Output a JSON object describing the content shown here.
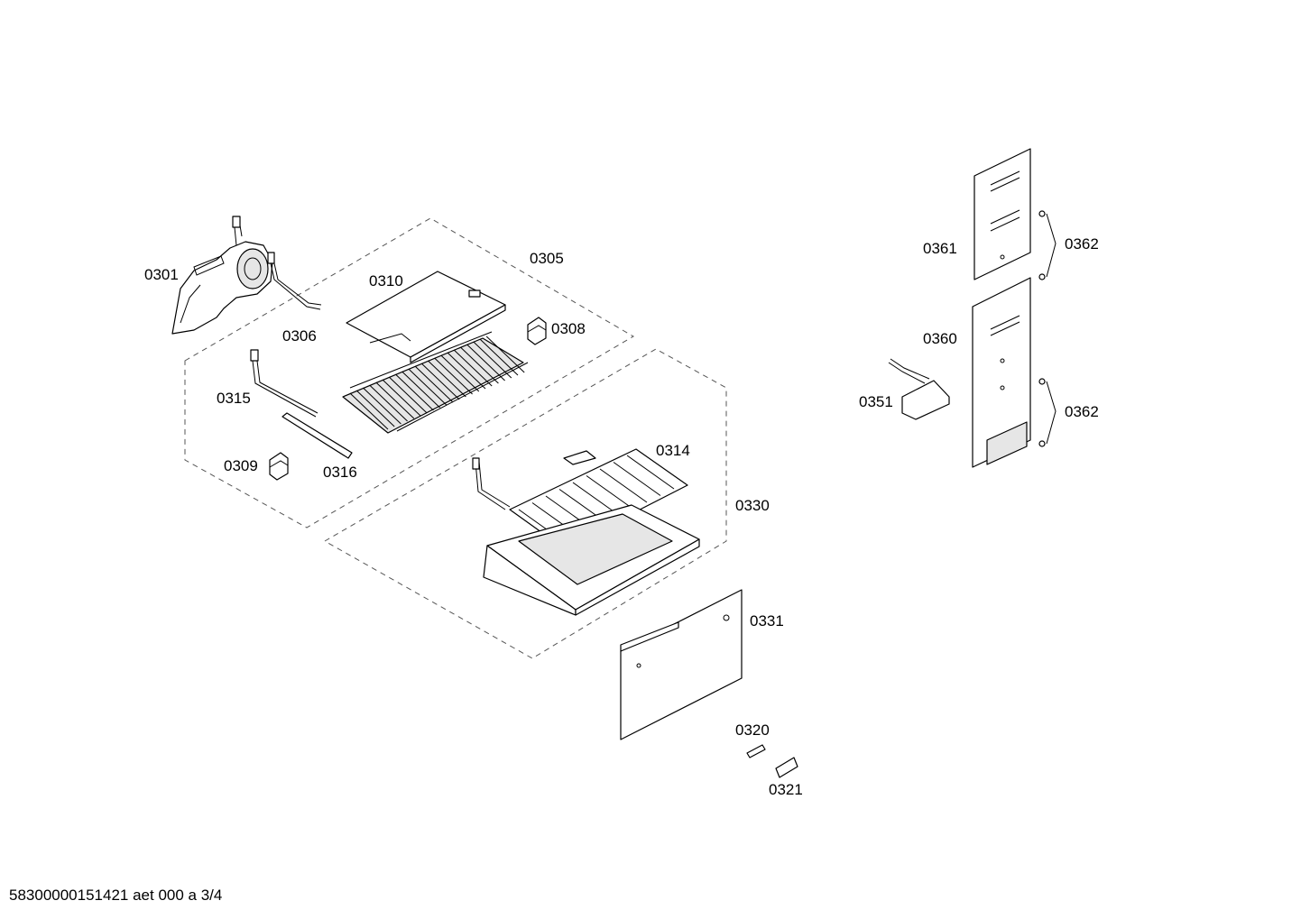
{
  "labels": {
    "p0301": "0301",
    "p0305": "0305",
    "p0306": "0306",
    "p0308": "0308",
    "p0309": "0309",
    "p0310": "0310",
    "p0314": "0314",
    "p0315": "0315",
    "p0316": "0316",
    "p0320": "0320",
    "p0321": "0321",
    "p0330": "0330",
    "p0331": "0331",
    "p0351": "0351",
    "p0360": "0360",
    "p0361": "0361",
    "p0362a": "0362",
    "p0362b": "0362"
  },
  "footer": "58300000151421 aet 000 a 3/4"
}
